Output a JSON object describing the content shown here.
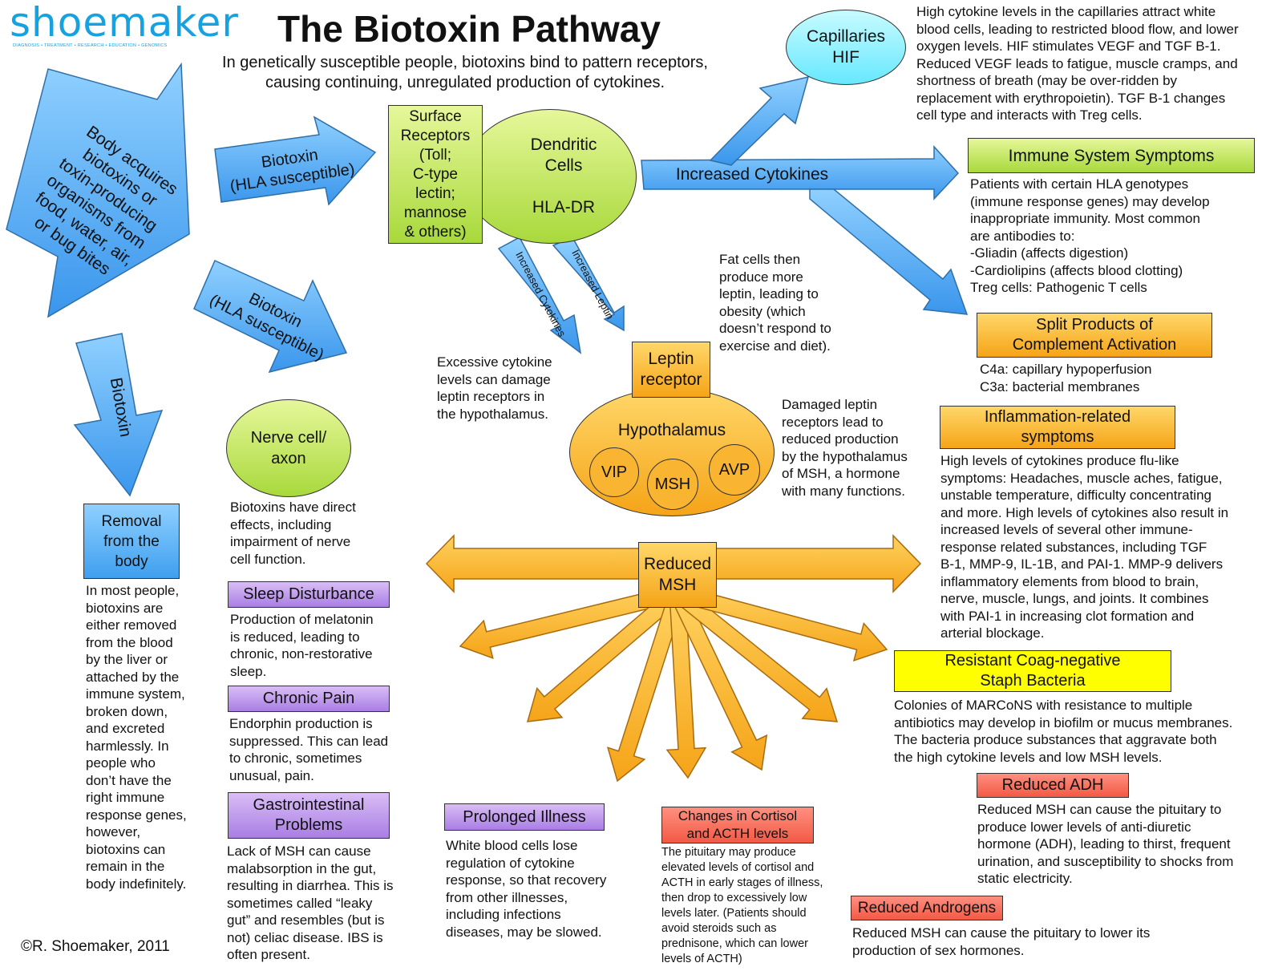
{
  "logo": {
    "name": "shoemaker",
    "tagline": "DIAGNOSIS • TREATMENT • RESEARCH • EDUCATION • GENOMICS"
  },
  "title": "The Biotoxin Pathway",
  "subtitle": "In genetically susceptible people, biotoxins bind to pattern receptors,\ncausing continuing, unregulated production of cytokines.",
  "copyright": "©R. Shoemaker, 2011",
  "colors": {
    "blue": "#3f9fef",
    "orange": "#f5a418",
    "green": "#a8d93c",
    "purple": "#a97ee4",
    "red": "#f25a45",
    "yellow": "#ffff00",
    "cyan": "#7ff0ff"
  },
  "arrows": {
    "body_acquires": "Body acquires\nbiotoxins or\ntoxin-producing\norganisms from\nfood, water, air,\nor bug bites",
    "biotoxin_hla_1": "Biotoxin\n(HLA susceptible)",
    "biotoxin_hla_2": "Biotoxin\n(HLA susceptible)",
    "biotoxin_down": "Biotoxin",
    "increased_cytokines": "Increased Cytokines",
    "increased_cytokines_small": "Increased Cytokines",
    "increased_leptin": "Increased Leptin"
  },
  "nodes": {
    "surface_receptors": "Surface\nReceptors\n(Toll;\nC-type\nlectin;\nmannose\n& others)",
    "dendritic": "Dendritic\nCells\n\nHLA-DR",
    "capillaries": "Capillaries\nHIF",
    "leptin_receptor": "Leptin\nreceptor",
    "hypothalamus": "Hypothalamus",
    "vip": "VIP",
    "msh": "MSH",
    "avp": "AVP",
    "nerve_cell": "Nerve cell/\naxon",
    "removal": "Removal\nfrom the\nbody",
    "reduced_msh": "Reduced\nMSH"
  },
  "headings": {
    "immune": "Immune System Symptoms",
    "split": "Split Products of\nComplement Activation",
    "inflammation": "Inflammation-related\nsymptoms",
    "coag": "Resistant Coag-negative\nStaph Bacteria",
    "adh": "Reduced ADH",
    "androgens": "Reduced Androgens",
    "sleep": "Sleep Disturbance",
    "pain": "Chronic Pain",
    "gi": "Gastrointestinal\nProblems",
    "prolonged": "Prolonged Illness",
    "cortisol": "Changes in Cortisol\nand ACTH levels"
  },
  "texts": {
    "capillaries_desc": "High cytokine levels in the capillaries attract white\nblood cells, leading to restricted blood flow, and lower\noxygen levels.  HIF stimulates VEGF and TGF B-1.\nReduced VEGF leads to fatigue, muscle cramps, and\nshortness of breath (may be over-ridden by\nreplacement with erythropoietin).  TGF B-1 changes\ncell type and interacts with Treg cells.",
    "immune_desc": "Patients with certain HLA genotypes\n(immune response genes) may develop\ninappropriate immunity.  Most common\nare antibodies to:\n-Gliadin (affects digestion)\n-Cardiolipins (affects blood clotting)\nTreg cells:  Pathogenic T cells",
    "split_desc": "C4a:  capillary hypoperfusion\nC3a:  bacterial membranes",
    "inflammation_desc": "High levels of cytokines produce flu-like\nsymptoms: Headaches, muscle aches, fatigue,\nunstable temperature, difficulty concentrating\nand more.  High levels of cytokines also result in\nincreased levels of several other immune-\nresponse related substances, including TGF\nB-1, MMP-9, IL-1B, and PAI-1.  MMP-9 delivers\ninflammatory elements from blood to brain,\nnerve, muscle, lungs, and joints.  It combines\nwith PAI-1 in increasing clot formation and\narterial blockage.",
    "coag_desc": "Colonies of MARCoNS with resistance to multiple\nantibiotics may develop in biofilm or mucus membranes.\nThe bacteria produce substances that aggravate both\nthe high cytokine levels and low MSH levels.",
    "adh_desc": "Reduced MSH can cause the pituitary to\nproduce lower levels of anti-diuretic\nhormone (ADH), leading to thirst, frequent\nurination, and susceptibility to shocks from\nstatic electricity.",
    "androgens_desc": "Reduced MSH can cause the pituitary to lower its\nproduction of sex hormones.",
    "fat_cells": "Fat cells then\nproduce more\nleptin, leading to\nobesity (which\ndoesn’t respond to\nexercise and diet).",
    "excessive": "Excessive cytokine\nlevels can damage\nleptin receptors in\nthe hypothalamus.",
    "damaged": "Damaged leptin\nreceptors lead to\nreduced production\nby the hypothalamus\nof MSH, a hormone\nwith many functions.",
    "nerve_desc": "Biotoxins have direct\neffects, including\nimpairment of nerve\ncell function.",
    "removal_desc": "In most people,\nbiotoxins are\neither removed\nfrom the blood\nby the liver or\nattached by the\nimmune system,\nbroken down,\nand excreted\nharmlessly.  In\npeople who\ndon’t have the\nright immune\nresponse genes,\nhowever,\nbiotoxins can\nremain in the\nbody indefinitely.",
    "sleep_desc": "Production of melatonin\nis reduced, leading to\nchronic, non-restorative\nsleep.",
    "pain_desc": "Endorphin production is\nsuppressed.  This can lead\nto chronic, sometimes\nunusual, pain.",
    "gi_desc": "Lack of MSH can cause\nmalabsorption in the gut,\nresulting in diarrhea.  This is\nsometimes called “leaky\ngut” and resembles (but is\nnot) celiac disease.  IBS is\noften present.",
    "prolonged_desc": "White blood cells lose\nregulation of cytokine\nresponse, so that recovery\nfrom other illnesses,\nincluding infections\ndiseases, may be slowed.",
    "cortisol_desc": "The pituitary may produce\nelevated levels of cortisol and\nACTH in early stages of illness,\nthen drop to excessively low\nlevels later.  (Patients should\navoid steroids such as\nprednisone, which can lower\nlevels of ACTH)"
  }
}
